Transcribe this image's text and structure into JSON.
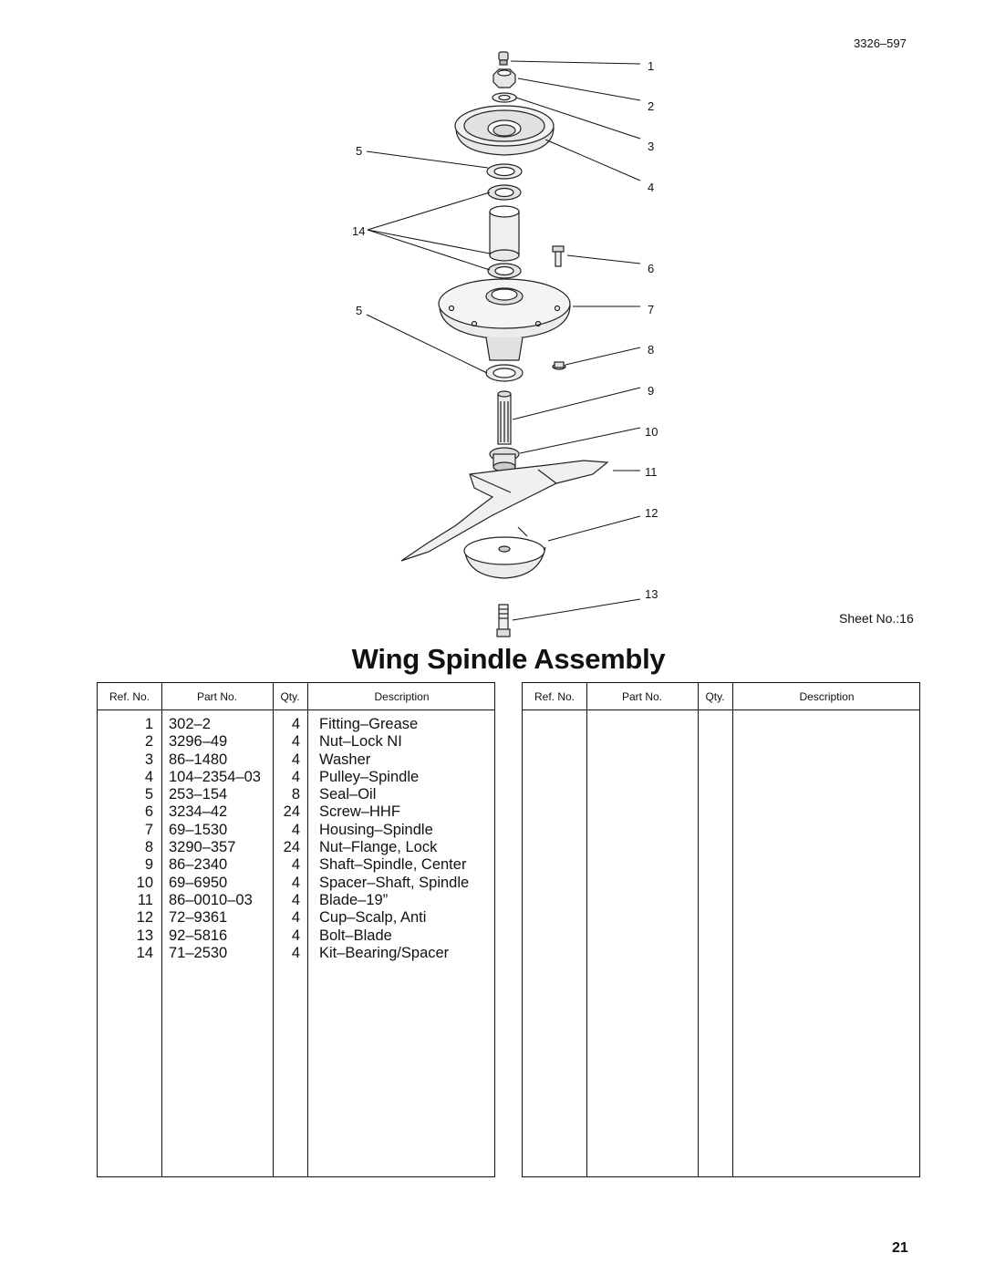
{
  "drawing_ref": "3326–597",
  "sheet_no": "Sheet No.:16",
  "title": "Wing Spindle Assembly",
  "callouts": [
    "1",
    "2",
    "3",
    "4",
    "5",
    "14",
    "6",
    "5",
    "7",
    "8",
    "9",
    "10",
    "11",
    "12",
    "13"
  ],
  "table_headers": {
    "ref": "Ref. No.",
    "part": "Part No.",
    "qty": "Qty.",
    "desc": "Description"
  },
  "parts": [
    {
      "ref": "1",
      "part": "302–2",
      "qty": "4",
      "desc": "Fitting–Grease"
    },
    {
      "ref": "2",
      "part": "3296–49",
      "qty": "4",
      "desc": "Nut–Lock NI"
    },
    {
      "ref": "3",
      "part": "86–1480",
      "qty": "4",
      "desc": "Washer"
    },
    {
      "ref": "4",
      "part": "104–2354–03",
      "qty": "4",
      "desc": "Pulley–Spindle"
    },
    {
      "ref": "5",
      "part": "253–154",
      "qty": "8",
      "desc": "Seal–Oil"
    },
    {
      "ref": "6",
      "part": "3234–42",
      "qty": "24",
      "desc": "Screw–HHF"
    },
    {
      "ref": "7",
      "part": "69–1530",
      "qty": "4",
      "desc": "Housing–Spindle"
    },
    {
      "ref": "8",
      "part": "3290–357",
      "qty": "24",
      "desc": "Nut–Flange, Lock"
    },
    {
      "ref": "9",
      "part": "86–2340",
      "qty": "4",
      "desc": "Shaft–Spindle, Center"
    },
    {
      "ref": "10",
      "part": "69–6950",
      "qty": "4",
      "desc": "Spacer–Shaft, Spindle"
    },
    {
      "ref": "11",
      "part": "86–0010–03",
      "qty": "4",
      "desc": "Blade–19”"
    },
    {
      "ref": "12",
      "part": "72–9361",
      "qty": "4",
      "desc": "Cup–Scalp, Anti"
    },
    {
      "ref": "13",
      "part": "92–5816",
      "qty": "4",
      "desc": "Bolt–Blade"
    },
    {
      "ref": "14",
      "part": "71–2530",
      "qty": "4",
      "desc": "Kit–Bearing/Spacer"
    }
  ],
  "page_number": "21"
}
